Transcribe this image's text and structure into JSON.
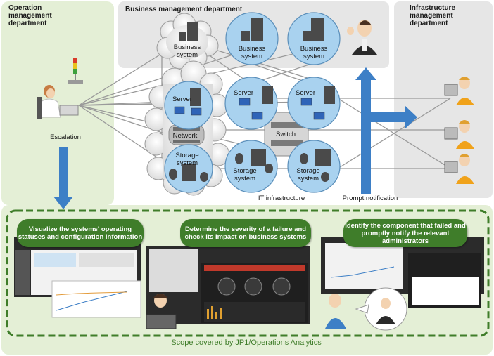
{
  "departments": {
    "operation": "Operation management department",
    "business": "Business management department",
    "infrastructure": "Infrastructure management department"
  },
  "nodes": {
    "business_system_cloud": "Business system",
    "business_system_1": "Business system",
    "business_system_2": "Business system",
    "server_cloud": "Server",
    "server_1": "Server",
    "server_2": "Server",
    "network": "Network",
    "switch": "Switch",
    "storage_cloud": "Storage system",
    "storage_1": "Storage system",
    "storage_2": "Storage system"
  },
  "labels": {
    "escalation": "Escalation",
    "it_infrastructure": "IT infrastructure",
    "prompt_notification": "Prompt notification"
  },
  "steps": [
    {
      "label": "Visualize the systems' operating statuses and configuration information"
    },
    {
      "label": "Determine the severity of a failure and check its impact on business systems"
    },
    {
      "label": "Identify the component that failed and promptly notify the relevant administrators"
    }
  ],
  "scope": "Scope covered by JP1/Operations Analytics",
  "colors": {
    "panel_green": "#e4efd6",
    "panel_grey": "#e6e6e6",
    "node_blue": "#a9d2ef",
    "pill_green": "#3f7d2a",
    "arrow_blue": "#3d7fc6"
  }
}
